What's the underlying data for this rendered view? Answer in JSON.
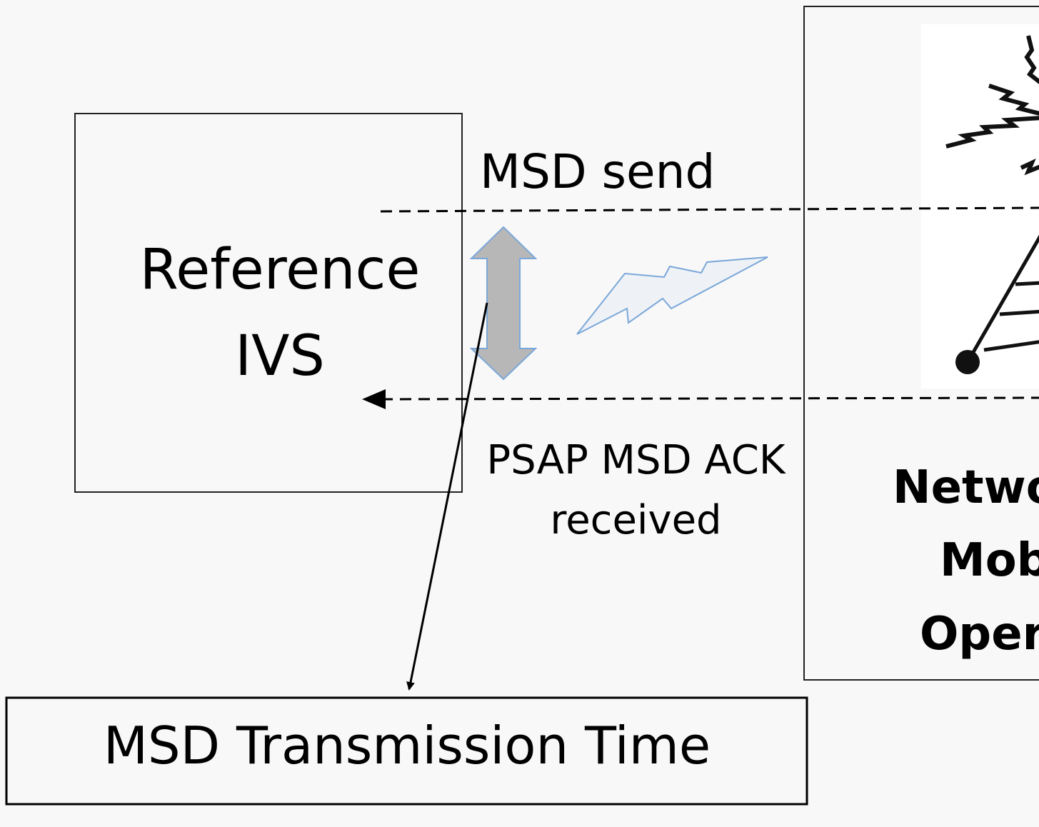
{
  "reference_box": {
    "line1": "Reference",
    "line2": "IVS"
  },
  "labels": {
    "msd_send": "MSD send",
    "ack_line1": "PSAP MSD ACK",
    "ack_line2": "received",
    "transmission_time": "MSD Transmission Time"
  },
  "operator_box": {
    "line1": "Netwo",
    "line2": "Mob",
    "line3": "Oper"
  },
  "icons": {
    "double_arrow": "double-arrow-icon",
    "lightning": "lightning-bolt-icon",
    "tower": "radio-tower-icon"
  },
  "colors": {
    "background": "#f8f8f8",
    "double_arrow_fill": "#b7b7b7",
    "double_arrow_stroke": "#7aa7d9",
    "lightning_fill": "#eef2f6",
    "lightning_stroke": "#7aa7d9"
  }
}
